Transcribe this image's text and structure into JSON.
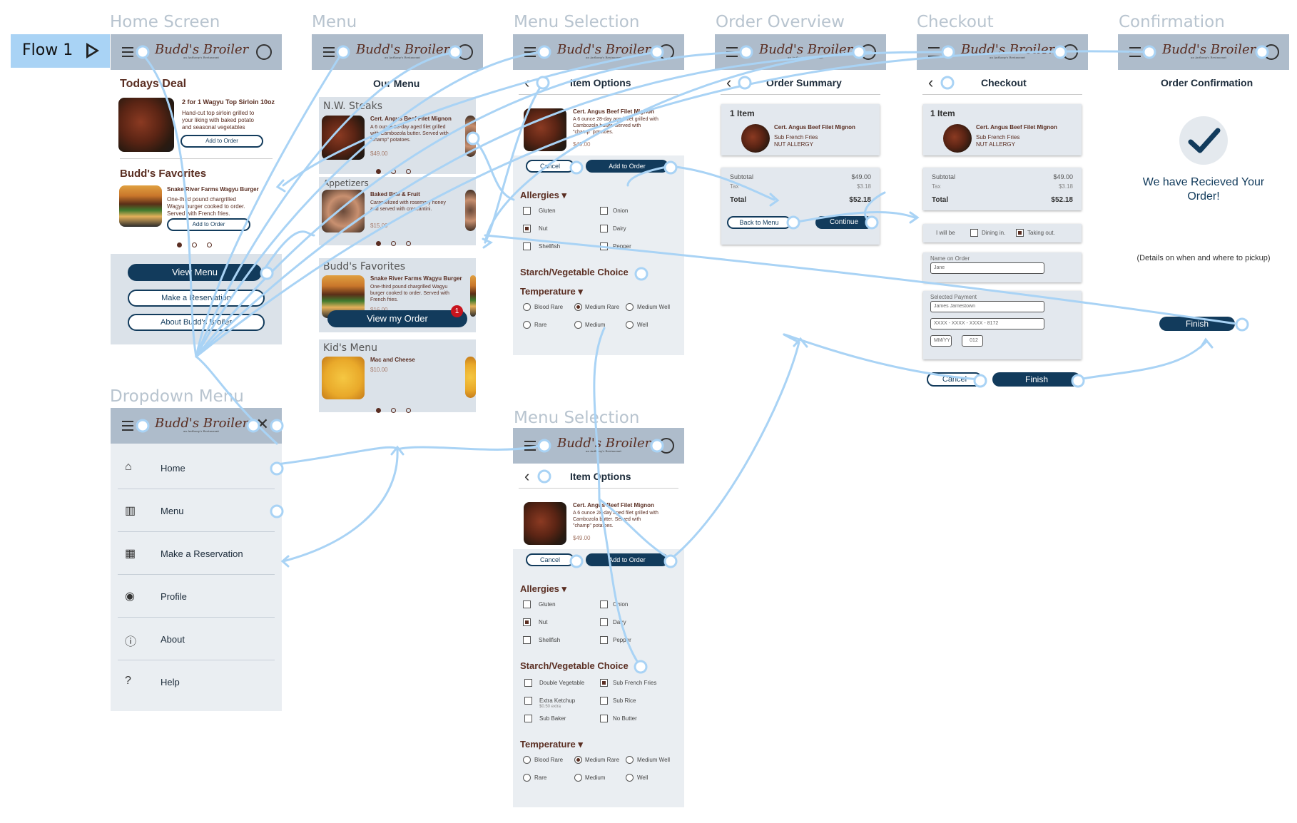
{
  "flow": {
    "label": "Flow 1"
  },
  "frames": {
    "home": "Home Screen",
    "menu": "Menu",
    "menu_selection": "Menu Selection",
    "order_overview": "Order Overview",
    "checkout": "Checkout",
    "confirmation": "Confirmation",
    "dropdown": "Dropdown Menu",
    "menu_selection_2": "Menu Selection"
  },
  "brand": {
    "logo": "Budd's Broiler",
    "tagline": "an Anthony's Restaurant"
  },
  "home": {
    "todays_deal_title": "Todays Deal",
    "deal": {
      "title": "2 for 1 Wagyu Top Sirloin 10oz",
      "desc": "Hand-cut top sirloin grilled to your liking with baked potato and seasonal vegetables",
      "button": "Add to Order"
    },
    "favorites_title": "Budd's Favorites",
    "fav": {
      "title": "Snake River Farms Wagyu Burger",
      "desc": "One-third pound chargrilled Wagyu burger cooked to order. Served with French fries.",
      "button": "Add to Order"
    },
    "buttons": {
      "view_menu": "View Menu",
      "reservation": "Make a Reservation",
      "about": "About Budd's Broiler"
    }
  },
  "menu": {
    "title": "Our Menu",
    "cat1": {
      "title": "N.W. Steaks",
      "item_title": "Cert. Angus Beef Filet Mignon",
      "item_desc": "A 6 ounce 28-day aged filet grilled with Cambozola butter. Served with \"champ\" potatoes.",
      "price": "$49.00"
    },
    "cat2": {
      "title": "Appetizers",
      "item_title": "Baked Brie & Fruit",
      "item_desc": "Caramelized with rosemary honey and served with croccantini.",
      "price": "$15.00"
    },
    "cat3": {
      "title": "Budd's Favorites",
      "item_title": "Snake River Farms Wagyu Burger",
      "item_desc": "One-third pound chargrilled Wagyu burger cooked to order. Served with French fries.",
      "price": "$16.00"
    },
    "cat4": {
      "title": "Kid's Menu",
      "item_title": "Mac and Cheese",
      "price": "$10.00"
    },
    "view_order": "View my Order",
    "badge": "1"
  },
  "item_options": {
    "title": "Item Options",
    "item_title": "Cert. Angus Beef Filet Mignon",
    "item_desc": "A 6 ounce 28-day aged filet grilled with Cambozola butter. Served with \"champ\" potatoes.",
    "price": "$49.00",
    "cancel": "Cancel",
    "add": "Add to Order",
    "allergies_title": "Allergies ▾",
    "allergies": [
      "Gluten",
      "Onion",
      "Nut",
      "Dairy",
      "Shellfish",
      "Pepper"
    ],
    "starch_title": "Starch/Vegetable Choice",
    "starch": [
      "Double Vegetable",
      "Sub French Fries",
      "Extra Ketchup",
      "Sub Rice",
      "Sub Baker",
      "No Butter"
    ],
    "starch_note": "$0.50 extra",
    "temp_title": "Temperature ▾",
    "temps": [
      "Blood Rare",
      "Medium Rare",
      "Medium Well",
      "Rare",
      "Medium",
      "Well"
    ]
  },
  "summary": {
    "title": "Order Summary",
    "count": "1 Item",
    "item_title": "Cert. Angus Beef Filet Mignon",
    "item_l1": "Sub French Fries",
    "item_l2": "NUT ALLERGY",
    "subtotal_label": "Subtotal",
    "subtotal": "$49.00",
    "tax_label": "Tax",
    "tax": "$3.18",
    "total_label": "Total",
    "total": "$52.18",
    "back": "Back to Menu",
    "continue": "Continue"
  },
  "checkout": {
    "title": "Checkout",
    "will_be": "I will be",
    "dining": "Dining in.",
    "taking": "Taking out.",
    "name_label": "Name on Order",
    "name_value": "Jane",
    "payment_label": "Selected Payment",
    "card_name": "James Jamestown",
    "card_number": "XXXX - XXXX - XXXX - 8172",
    "mmyy": "MM/YY",
    "cvv": "012",
    "cancel": "Cancel",
    "finish": "Finish"
  },
  "confirmation": {
    "title": "Order Confirmation",
    "message": "We have Recieved Your Order!",
    "details": "(Details on when and where to pickup)",
    "finish": "Finish"
  },
  "dropdown": {
    "items": [
      "Home",
      "Menu",
      "Make a Reservation",
      "Profile",
      "About",
      "Help"
    ]
  },
  "colors": {
    "header": "#aebccb",
    "screen_bg": "#eaeef2",
    "navy": "#123b5c",
    "brown": "#5a2e22",
    "wire": "#a9d3f5"
  }
}
